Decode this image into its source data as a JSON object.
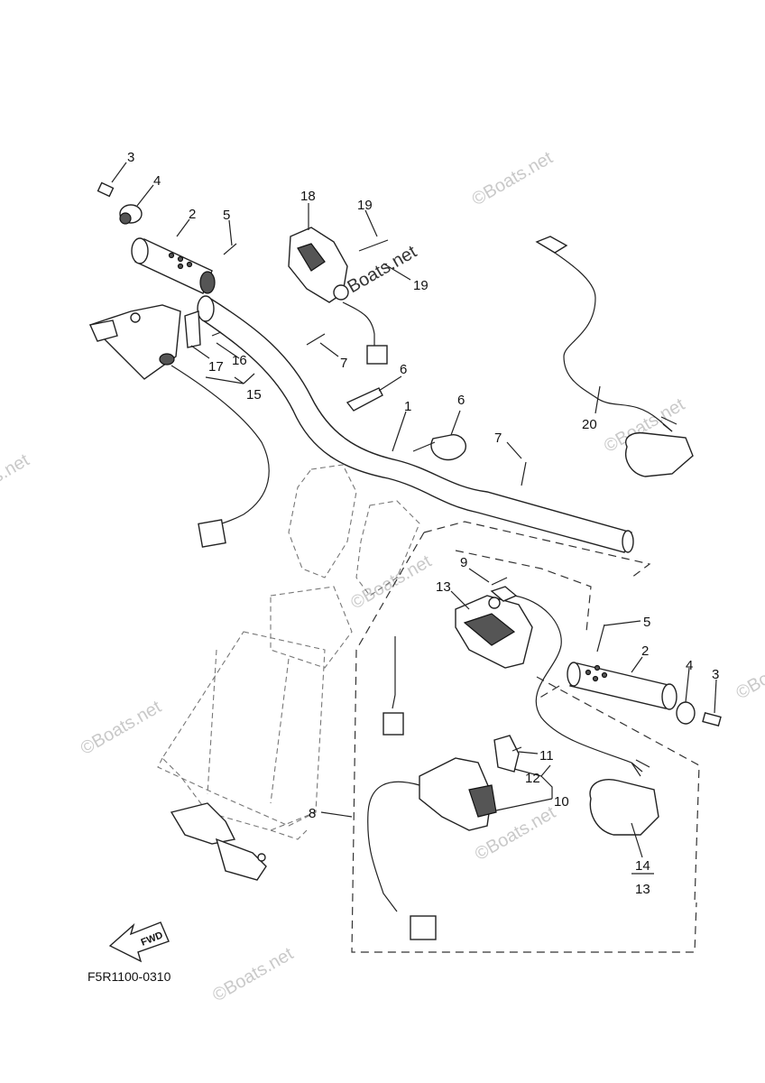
{
  "diagram_code": "F5R1100-0310",
  "fwd_label": "FWD",
  "watermark": "Boats.net",
  "watermark_copy": "©Boats.net",
  "callouts": {
    "c3a": "3",
    "c4a": "4",
    "c2a": "2",
    "c5a": "5",
    "c18": "18",
    "c19a": "19",
    "c19b": "19",
    "c7a": "7",
    "c17": "17",
    "c16": "16",
    "c15": "15",
    "c6a": "6",
    "c1": "1",
    "c6b": "6",
    "c7b": "7",
    "c20": "20",
    "c9": "9",
    "c13a": "13",
    "c5b": "5",
    "c2b": "2",
    "c4b": "4",
    "c3b": "3",
    "c11": "11",
    "c12": "12",
    "c10": "10",
    "c8": "8",
    "c14": "14",
    "c13b": "13"
  }
}
